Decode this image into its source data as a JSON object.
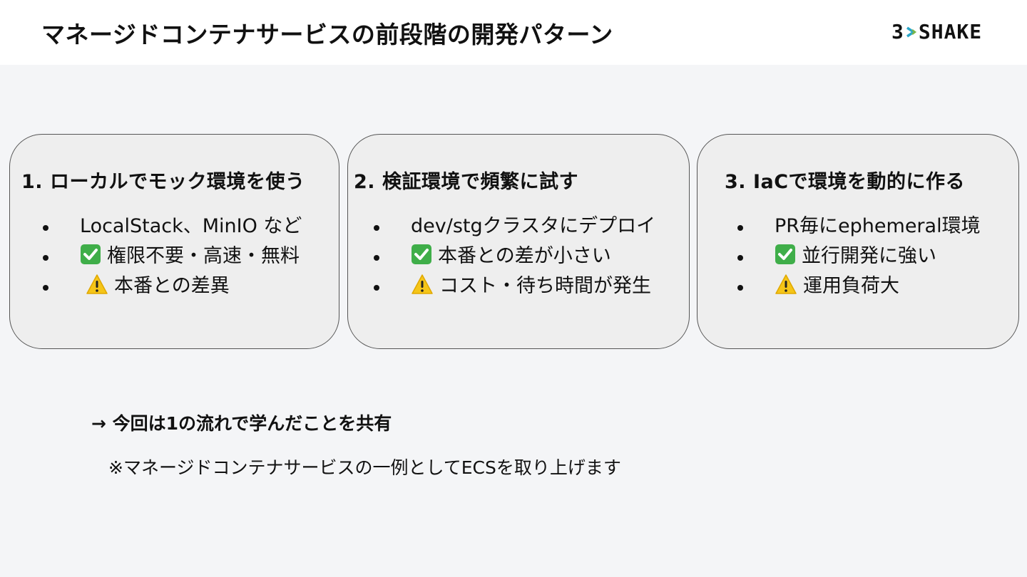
{
  "header": {
    "title": "マネージドコンテナサービスの前段階の開発パターン",
    "logo_left": "3",
    "logo_right": "SHAKE"
  },
  "cards": [
    {
      "title": "1. ローカルでモック環境を使う",
      "items": [
        {
          "icon": "",
          "text": "LocalStack、MinIO など"
        },
        {
          "icon": "check-mark-icon",
          "text": "権限不要・高速・無料"
        },
        {
          "icon": "warning-icon",
          "text": "本番との差異"
        }
      ]
    },
    {
      "title": "2. 検証環境で頻繁に試す",
      "items": [
        {
          "icon": "",
          "text": "dev/stgクラスタにデプロイ"
        },
        {
          "icon": "check-mark-icon",
          "text": "本番との差が小さい"
        },
        {
          "icon": "warning-icon",
          "text": "コスト・待ち時間が発生"
        }
      ]
    },
    {
      "title": "3. IaCで環境を動的に作る",
      "items": [
        {
          "icon": "",
          "text": "PR毎にephemeral環境"
        },
        {
          "icon": "check-mark-icon",
          "text": "並行開発に強い"
        },
        {
          "icon": "warning-icon",
          "text": "運用負荷大"
        }
      ]
    }
  ],
  "conclusion": "→ 今回は1の流れで学んだことを共有",
  "note": "※マネージドコンテナサービスの一例としてECSを取り上げます",
  "colors": {
    "check": "#3fae49",
    "warning": "#f5c518",
    "background": "#f4f5f7",
    "card": "#eeeeee",
    "logo_accent": "#2aa6c9"
  }
}
